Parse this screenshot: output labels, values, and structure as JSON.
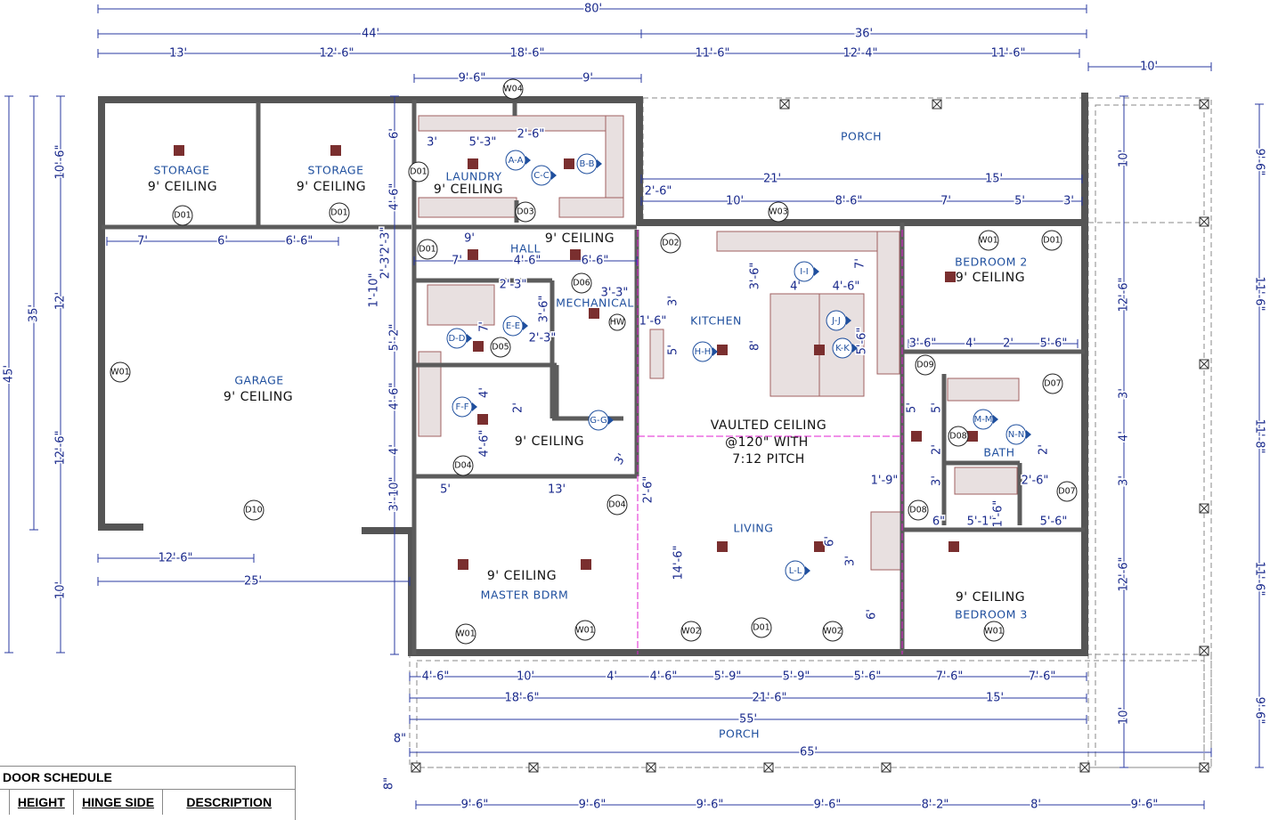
{
  "plan": {
    "rooms": [
      "STORAGE",
      "STORAGE",
      "LAUNDRY",
      "HALL",
      "MECHANICAL",
      "KITCHEN",
      "BEDROOM 2",
      "GARAGE",
      "BATH",
      "LIVING",
      "MASTER BDRM",
      "BEDROOM 3",
      "PORCH",
      "PORCH"
    ],
    "ceilings": [
      "9' CEILING",
      "9' CEILING",
      "9' CEILING",
      "9' CEILING",
      "9' CEILING",
      "9' CEILING",
      "9' CEILING",
      "9' CEILING",
      "9' CEILING"
    ],
    "vaulted_note": [
      "VAULTED CEILING",
      "@120\" WITH",
      "7:12 PITCH"
    ],
    "dimensions": [
      "80'",
      "44'",
      "36'",
      "13'",
      "12'-6\"",
      "18'-6\"",
      "11'-6\"",
      "12'-4\"",
      "11'-6\"",
      "10'",
      "9'-6\"",
      "9'",
      "3'",
      "5'-3\"",
      "2'-6\"",
      "21'",
      "15'",
      "2'-6\"",
      "10'",
      "8'-6\"",
      "7'",
      "5'",
      "3'",
      "7'",
      "6'",
      "6'-6\"",
      "9'",
      "7'",
      "4'-6\"",
      "6'-6\"",
      "2'-3\"",
      "3'-3\"",
      "2'-3\"",
      "3'-6\"",
      "4'",
      "4'-6\"",
      "3'-6\"",
      "7'",
      "3'",
      "1'-6\"",
      "5'",
      "8'",
      "5'-6\"",
      "3'-6\"",
      "4'",
      "2'",
      "5'-6\"",
      "5'",
      "5'",
      "2'",
      "2'",
      "3'",
      "2'-6\"",
      "1'-9\"",
      "6\"",
      "5'-1\"",
      "1'-6\"",
      "5'-6\"",
      "5'",
      "13'",
      "2'-6\"",
      "3'",
      "4'-6\"",
      "4'",
      "2'",
      "7'",
      "12'-6\"",
      "25'",
      "14'-6\"",
      "6'",
      "3'",
      "6'",
      "4'-6\"",
      "10'",
      "4'",
      "4'-6\"",
      "5'-9\"",
      "5'-9\"",
      "5'-6\"",
      "7'-6\"",
      "7'-6\"",
      "18'-6\"",
      "21'-6\"",
      "15'",
      "55'",
      "65'",
      "9'-6\"",
      "9'-6\"",
      "9'-6\"",
      "9'-6\"",
      "8'-2\"",
      "8'",
      "9'-6\"",
      "8\"",
      "8\"",
      "10'-6\"",
      "12'",
      "12'-6\"",
      "10'",
      "35'",
      "45'",
      "6'",
      "4'-6\"",
      "2'-3\"",
      "2'-3\"",
      "1'-10\"",
      "5'-2\"",
      "4'-6\"",
      "4'",
      "3'-10\"",
      "10'",
      "12'-6\"",
      "3'",
      "4'",
      "3'",
      "12'-6\"",
      "10'",
      "9'-6\"",
      "11'-6\"",
      "11'-8\"",
      "11'-6\"",
      "9'-6\""
    ],
    "tags": [
      "W04",
      "D01",
      "D03",
      "D01",
      "D01",
      "D01",
      "D06",
      "D05",
      "D04",
      "D04",
      "D02",
      "W03",
      "W01",
      "D01",
      "D09",
      "D07",
      "D08",
      "D07",
      "D08",
      "W01",
      "D10",
      "W01",
      "W01",
      "W02",
      "D01",
      "W02",
      "W01",
      "HW"
    ],
    "sections": [
      "A-A",
      "B-B",
      "C-C",
      "I-I",
      "J-J",
      "K-K",
      "H-H",
      "D-D",
      "E-E",
      "F-F",
      "G-G",
      "M-M",
      "N-N",
      "L-L"
    ]
  },
  "door_schedule": {
    "title": "DOOR SCHEDULE",
    "headers": [
      "HEIGHT",
      "HINGE SIDE",
      "DESCRIPTION"
    ]
  },
  "colors": {
    "wall": "#555555",
    "dimension": "#1a2a8c",
    "room_label": "#1f4f9e",
    "light": "#7a2f2f",
    "vault_line": "#e020d0"
  }
}
